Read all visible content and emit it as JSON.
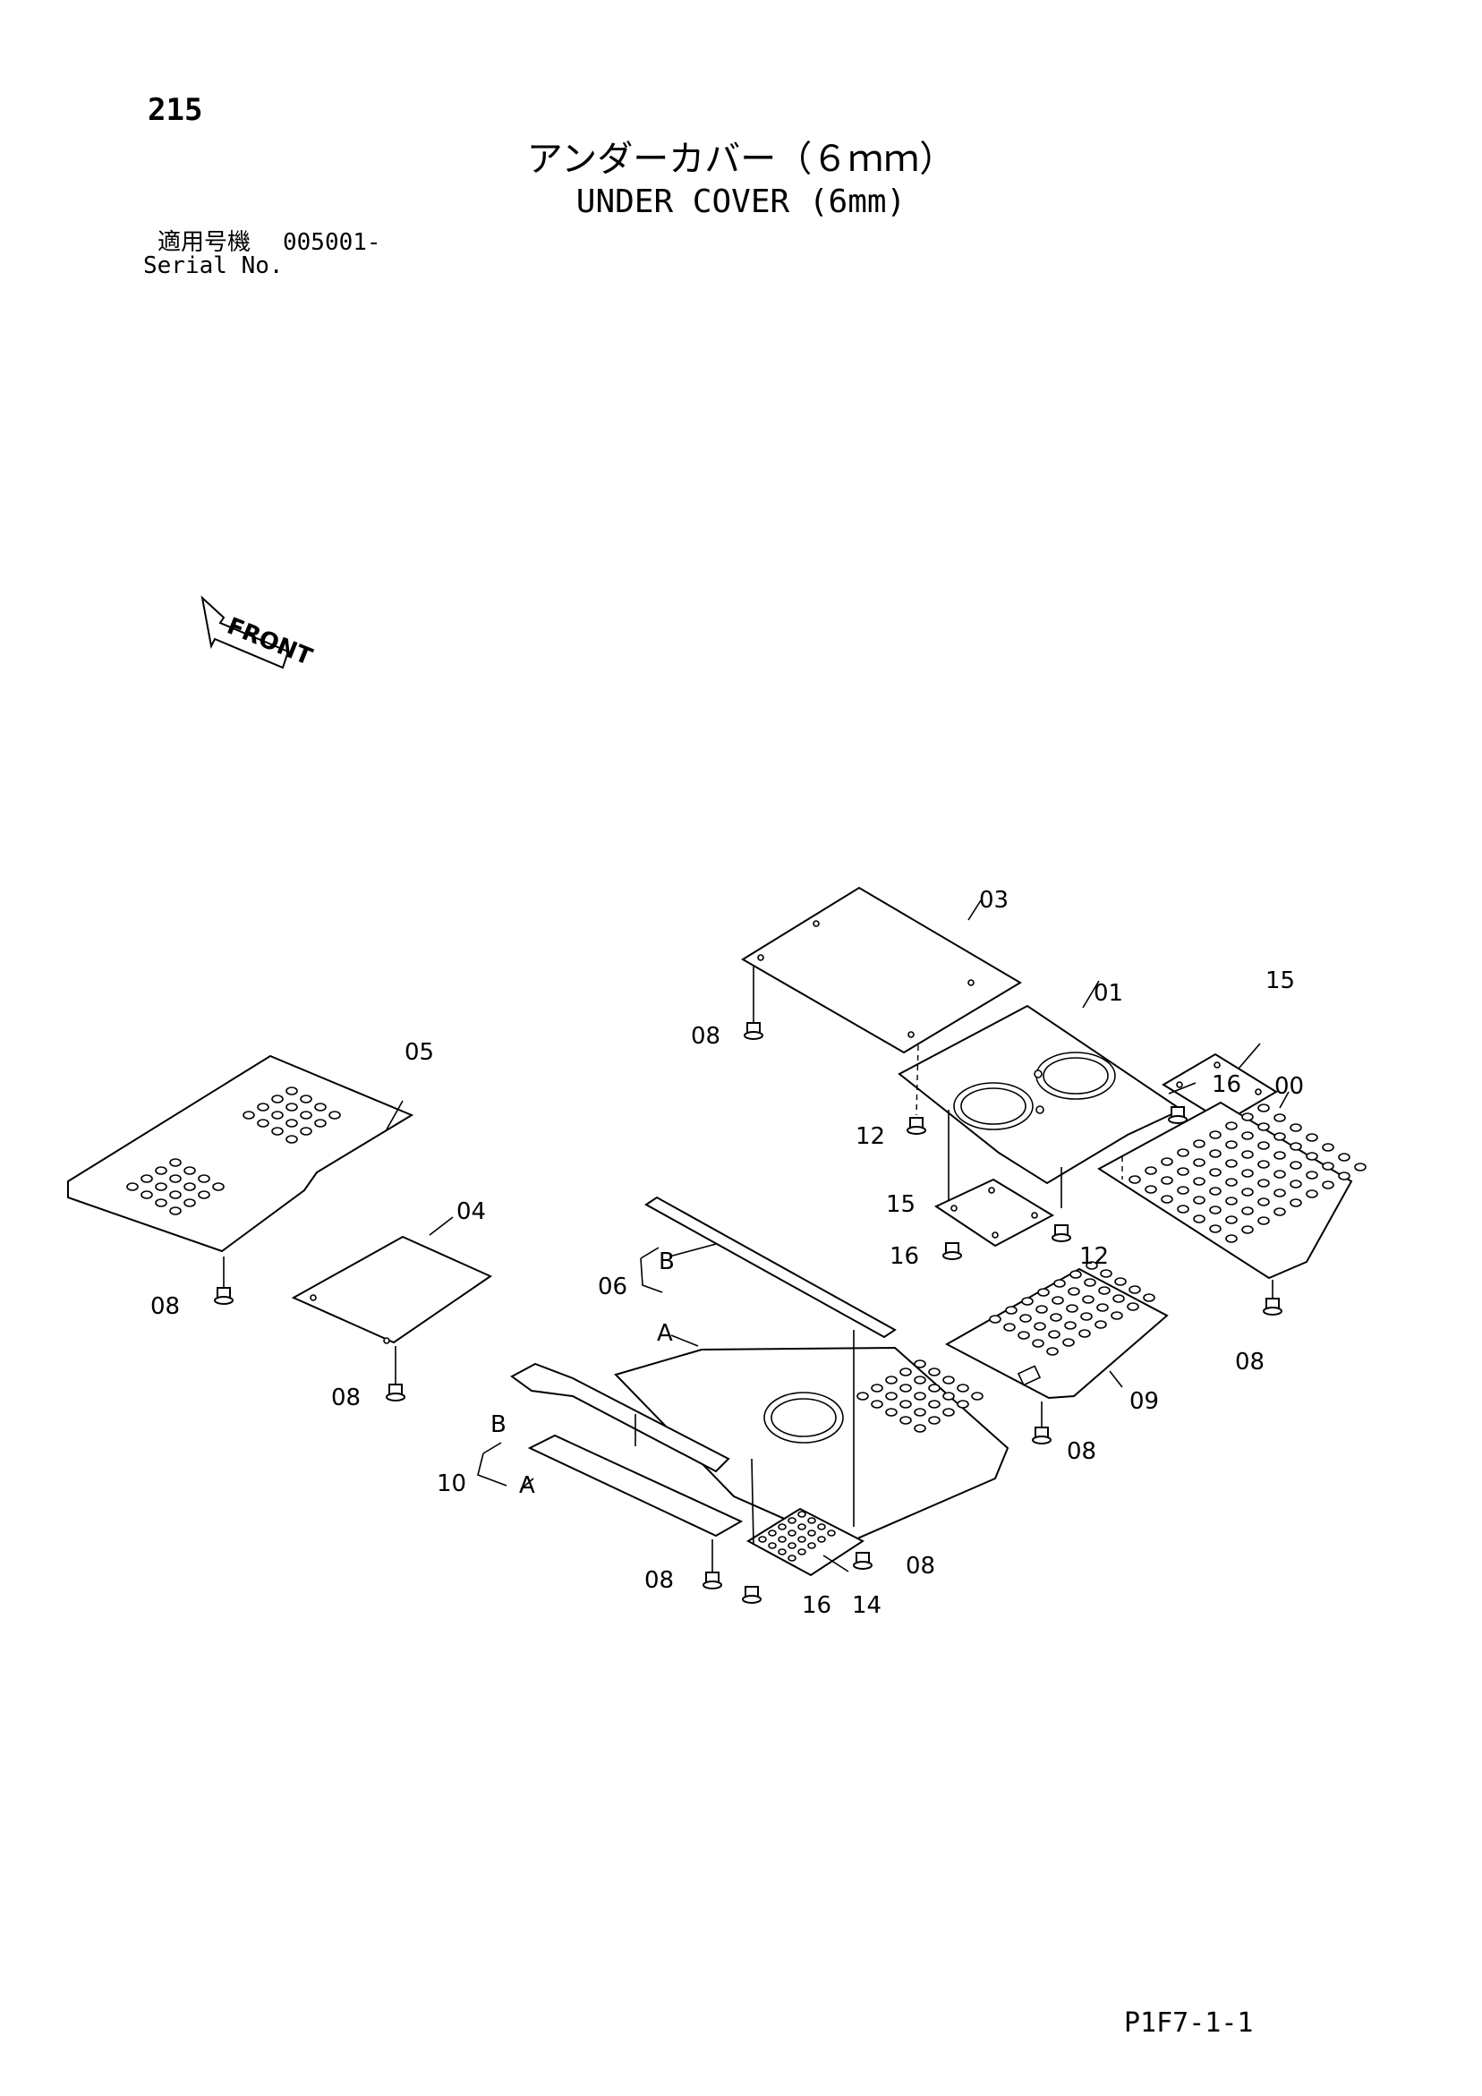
{
  "page": {
    "page_number": "215",
    "title_jp": "アンダーカバー（６ｍｍ）",
    "title_en": "UNDER COVER (6mm)",
    "serial_jp": "適用号機",
    "serial_range": "005001-",
    "serial_en": "Serial No.",
    "ref_code": "P1F7-1-1"
  },
  "diagram": {
    "front_label": "FRONT",
    "callouts": {
      "c03": "03",
      "c01": "01",
      "c15a": "15",
      "c16a": "16",
      "c00": "00",
      "c05": "05",
      "c04": "04",
      "c06": "06",
      "c06b": "B",
      "c06a": "A",
      "c08_03": "08",
      "c12a": "12",
      "c15b": "15",
      "c16b": "16",
      "c12b": "12",
      "c08_05": "08",
      "c08_04": "08",
      "c08_00": "08",
      "c09": "09",
      "c08_09": "08",
      "c10": "10",
      "c10b": "B",
      "c10a": "A",
      "c08_10": "08",
      "c16c": "16",
      "c14": "14",
      "c08_14": "08"
    }
  }
}
